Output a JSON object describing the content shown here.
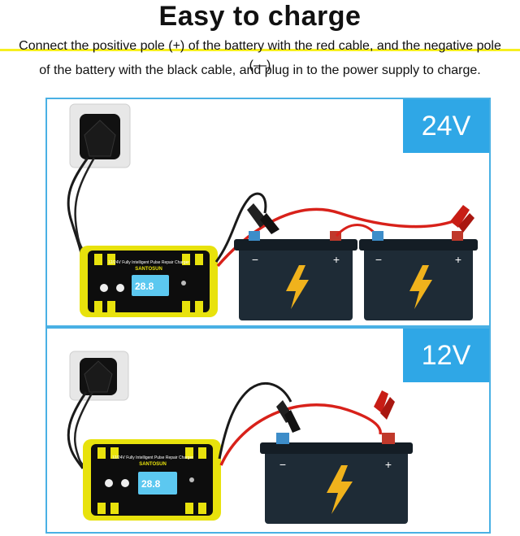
{
  "header": {
    "title": "Easy to charge",
    "line1": "Connect the positive pole (+) of the battery with the red cable, and the negative pole (—)",
    "line2": "of the battery with the black cable, and plug in to the power supply to charge."
  },
  "panels": [
    {
      "voltage": "24V",
      "charger_brand": "SANTOSUN",
      "charger_model": "12/24V  Fully Intelligent Pulse Repair Charger",
      "lcd_reading": "28.8",
      "battery_count": 2
    },
    {
      "voltage": "12V",
      "charger_brand": "SANTOSUN",
      "charger_model": "12/24V  Fully Intelligent Pulse Repair Charger",
      "lcd_reading": "28.8",
      "battery_count": 1
    }
  ],
  "symbols": {
    "positive": "+",
    "negative": "−"
  },
  "colors": {
    "accent_blue": "#2fa7e6",
    "highlight_yellow": "#f6ef20",
    "charger_yellow": "#e8e20c",
    "battery_dark": "#1e2b36",
    "bolt_yellow": "#f0b21c",
    "red_cable": "#d8211a"
  },
  "icons": [
    "wall-outlet-icon",
    "lightning-bolt-icon",
    "battery-icon",
    "charger-icon"
  ]
}
